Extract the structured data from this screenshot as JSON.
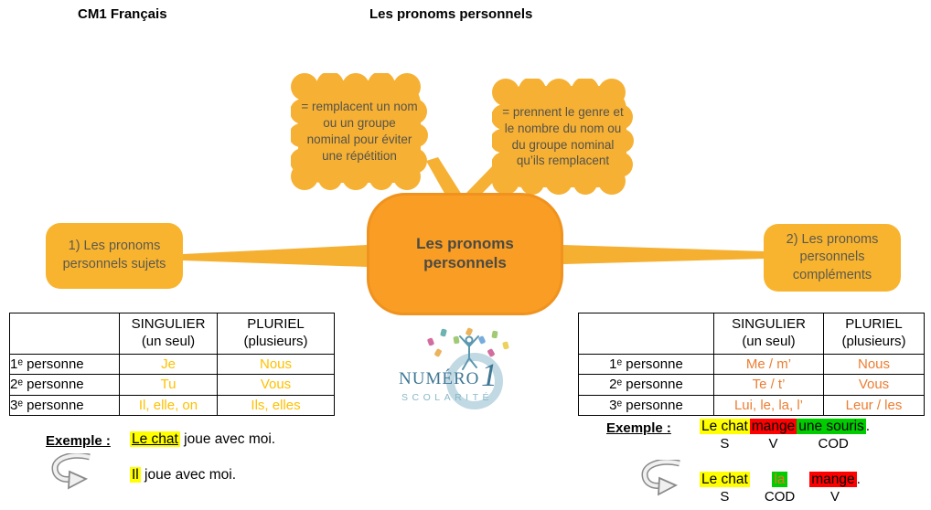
{
  "header": {
    "course": "CM1 Français",
    "title": "Les pronoms personnels"
  },
  "mindmap": {
    "center": "Les pronoms personnels",
    "cloud_left": "= remplacent un nom ou un groupe nominal pour éviter une répétition",
    "cloud_right": "= prennent le genre et le nombre du nom ou du groupe nominal qu’ils remplacent",
    "node_left": "1) Les pronoms personnels sujets",
    "node_right": "2) Les pronoms personnels compléments"
  },
  "table_subjects": {
    "col_singular_title": "SINGULIER",
    "col_singular_sub": "(un seul)",
    "col_plural_title": "PLURIEL",
    "col_plural_sub": "(plusieurs)",
    "rows": [
      {
        "label": "1ᵉ personne",
        "singular": "Je",
        "plural": "Nous"
      },
      {
        "label": "2ᵉ personne",
        "singular": "Tu",
        "plural": "Vous"
      },
      {
        "label": "3ᵉ personne",
        "singular": "Il, elle, on",
        "plural": "Ils, elles"
      }
    ]
  },
  "table_complements": {
    "col_singular_title": "SINGULIER",
    "col_singular_sub": "(un seul)",
    "col_plural_title": "PLURIEL",
    "col_plural_sub": "(plusieurs)",
    "rows": [
      {
        "label": "1ᵉ personne",
        "singular": "Me / m’",
        "plural": "Nous"
      },
      {
        "label": "2ᵉ personne",
        "singular": "Te / t’",
        "plural": "Vous"
      },
      {
        "label": "3ᵉ personne",
        "singular": "Lui, le, la, l’",
        "plural": "Leur / les"
      }
    ]
  },
  "example_subjects": {
    "label": "Exemple :",
    "line1": {
      "highlight": "Le chat",
      "rest": " joue avec moi."
    },
    "line2": {
      "highlight": "Il",
      "rest": " joue avec moi."
    }
  },
  "example_complements": {
    "label": "Exemple :",
    "line1": {
      "seg1": {
        "text": "Le chat",
        "tag": "S"
      },
      "seg2": {
        "text": "mange",
        "tag": "V"
      },
      "seg3": {
        "text": "une souris",
        "after": ".",
        "tag": "COD"
      }
    },
    "line2": {
      "seg1": {
        "text": "Le chat",
        "tag": "S"
      },
      "seg2": {
        "text": "la",
        "tag": "COD"
      },
      "seg3": {
        "text": "mange",
        "after": ".",
        "tag": "V"
      }
    }
  },
  "logo": {
    "brand": "NUMÉRO",
    "number": "1",
    "subtitle": "SCOLARITÉ"
  },
  "colors": {
    "node_fill": "#F8B42F",
    "center_fill": "#F99D24",
    "subject_pronouns": "#FFC000",
    "complement_pronouns": "#ED7D31",
    "highlight_yellow": "#FFFF00",
    "highlight_red": "#FF0000",
    "highlight_green": "#00CD00"
  }
}
